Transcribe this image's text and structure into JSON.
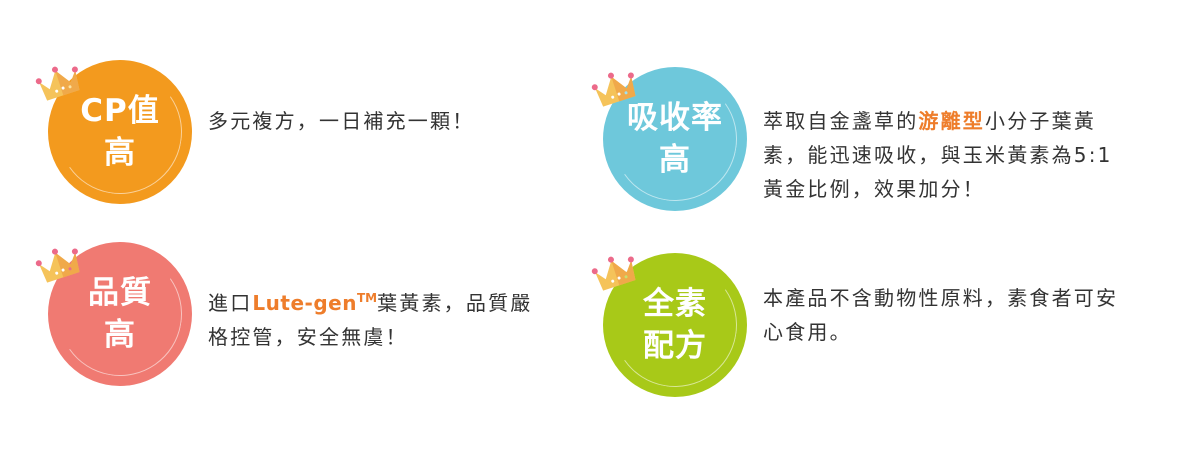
{
  "features": [
    {
      "id": "cp-value",
      "badge": {
        "line1": "CP值",
        "line2": "高",
        "color": "#f39a1e"
      },
      "description": {
        "line1": "多元複方，一日補充一顆！"
      }
    },
    {
      "id": "absorption",
      "badge": {
        "line1": "吸收率",
        "line2": "高",
        "color": "#6ec8db"
      },
      "description": {
        "line1_pre": "萃取自金盞草的",
        "line1_highlight": "游離型",
        "line1_post": "小分子葉黃",
        "line2": "素，能迅速吸收，與玉米黃素為5:1",
        "line3": "黃金比例，效果加分！"
      }
    },
    {
      "id": "quality",
      "badge": {
        "line1": "品質",
        "line2": "高",
        "color": "#f07a72"
      },
      "description": {
        "line1_pre": "進口",
        "line1_highlight": "Lute-gen",
        "line1_tm": "TM",
        "line1_post": "葉黃素，品質嚴",
        "line2": "格控管，安全無虞！"
      }
    },
    {
      "id": "vegetarian",
      "badge": {
        "line1": "全素",
        "line2": "配方",
        "color": "#a8c918"
      },
      "description": {
        "line1": "本產品不含動物性原料，素食者可安",
        "line2": "心食用。"
      }
    }
  ],
  "colors": {
    "highlight": "#ee7d2b",
    "text": "#333333",
    "crown_gold": "#f5c35a",
    "crown_shade": "#f0a94a",
    "crown_jewel": "#ec6a8a"
  }
}
